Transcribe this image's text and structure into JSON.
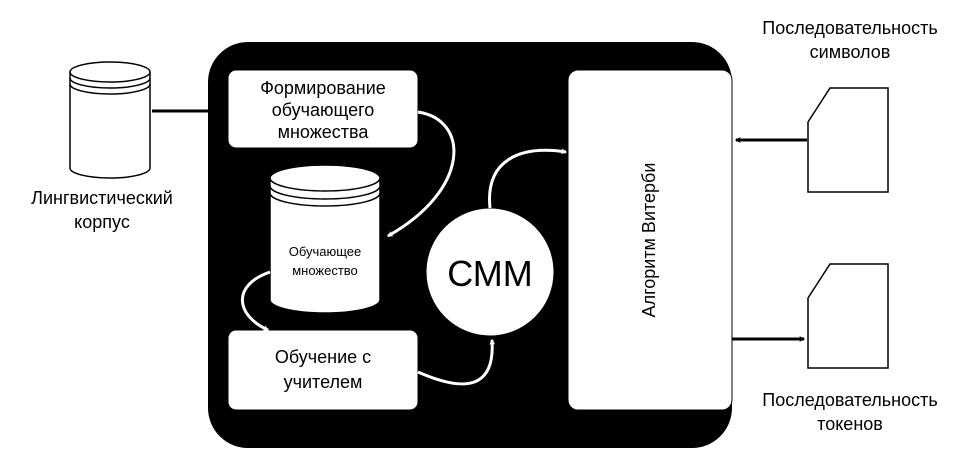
{
  "corpus": {
    "label_line1": "Лингвистический",
    "label_line2": "корпус"
  },
  "training_set_formation": {
    "line1": "Формирование",
    "line2": "обучающего",
    "line3": "множества"
  },
  "training_set": {
    "line1": "Обучающее",
    "line2": "множество"
  },
  "supervised_learning": {
    "line1": "Обучение с",
    "line2": "учителем"
  },
  "model": {
    "label": "СММ"
  },
  "viterbi": {
    "label": "Алгоритм Витерби"
  },
  "input_sequence": {
    "line1": "Последовательность",
    "line2": "символов"
  },
  "output_sequence": {
    "line1": "Последовательность",
    "line2": "токенов"
  },
  "colors": {
    "container": "#000000",
    "node_fill": "#ffffff",
    "stroke": "#000000"
  }
}
